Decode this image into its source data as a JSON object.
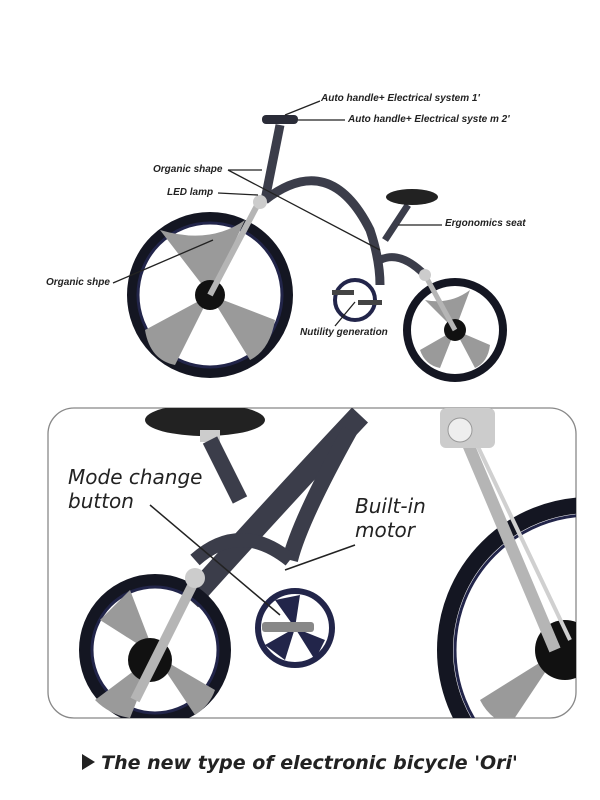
{
  "top_labels": {
    "auto_handle_1": "Auto handle+  Electrical system 1'",
    "auto_handle_2": "Auto handle+  Electrical syste m 2'",
    "organic_shape": "Organic shape",
    "led_lamp": "LED lamp",
    "ergonomics_seat": "Ergonomics seat",
    "organic_shpe": "Organic shpe",
    "nutility_generation": "Nutility generation"
  },
  "detail_labels": {
    "mode_change_button": "Mode change button",
    "built_in_motor": "Built-in motor"
  },
  "caption": "The new type of electronic bicycle 'Ori'",
  "colors": {
    "frame": "#3b3d4a",
    "tire": "#141622",
    "spoke": "#9a9a9a",
    "text": "#222222"
  }
}
